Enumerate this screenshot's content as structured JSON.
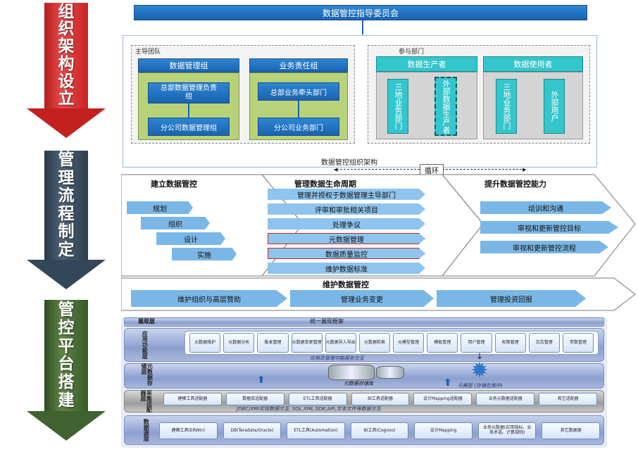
{
  "arrows": {
    "org": [
      "组",
      "织",
      "架",
      "构",
      "设",
      "立"
    ],
    "process": [
      "管",
      "理",
      "流",
      "程",
      "制",
      "定"
    ],
    "platform": [
      "管",
      "控",
      "平",
      "台",
      "搭",
      "建"
    ]
  },
  "org": {
    "committee": "数据管控指导委员会",
    "lead_team": {
      "title": "主导团队",
      "group1": {
        "title": "数据管理组",
        "item1": "总部数据管理负责组",
        "item2": "分公司数据管理组"
      },
      "group2": {
        "title": "业务责任组",
        "item1": "总部业务牵头部门",
        "item2": "分公司业务部门"
      }
    },
    "participants": {
      "title": "参与部门",
      "group1": {
        "title": "数据生产者",
        "item1": "三地业务部门",
        "item2": "外部数据生产者"
      },
      "group2": {
        "title": "数据使用者",
        "item1": "三地业务部门",
        "item2": "外部用户"
      }
    },
    "footer": "数据管控组织架构",
    "cycle": "循环"
  },
  "process": {
    "build": {
      "title": "建立数据管控",
      "steps": [
        "规划",
        "组织",
        "设计",
        "实施"
      ]
    },
    "lifecycle": {
      "title": "管理数据生命周期",
      "items": [
        "管理并授权于数据管理主导部门",
        "评审和审批相关项目",
        "处理争议",
        "元数据管理",
        "数据质量监控",
        "维护数据标准"
      ]
    },
    "improve": {
      "title": "提升数据管控能力",
      "items": [
        "培训和沟通",
        "审视和更新管控目标",
        "审视和更新管控流程"
      ]
    },
    "maintain": {
      "title": "维护数据管控",
      "items": [
        "维护组织与高层赞助",
        "管理业务变更",
        "管理投资回报"
      ]
    }
  },
  "platform": {
    "layers": {
      "presentation": "展现层",
      "presentation_bar": "统一展现框架",
      "app": "应用功能层",
      "app_bar": "应用及管理功能服务交互",
      "meta": "元数据存储层",
      "repo": "元数据存储库",
      "model": "元模型 (存储在库中)",
      "adapter": "采集适配器层",
      "adapter_bar": "JDBC/XMI实现数据交互, SQL,XML,SDK,API,文本文件等数据交互",
      "source": "数据源层"
    },
    "app_cells": [
      "元数据维护",
      "元数据分析",
      "版本管理",
      "元数据变更管理",
      "元数据导入导出",
      "元数据检索",
      "元模型管理",
      "模板管理",
      "用户管理",
      "权限管理",
      "日志管理",
      "参数管理"
    ],
    "adapter_cells": [
      "建模工具适配器",
      "数据库适配器",
      "ETL工具适配器",
      "BI工具适配器",
      "设计Mapping适配器",
      "业务元数据适配器",
      "其它适配器"
    ],
    "source_cells": [
      "建模工具(ERWin)",
      "DB(Teradata/Oracle)",
      "ETL工具(Automation)",
      "BI工具(Cognos)",
      "设计Mapping",
      "业务元数据(应用指标、业务术语、计算规则)",
      "其它数据源"
    ]
  }
}
